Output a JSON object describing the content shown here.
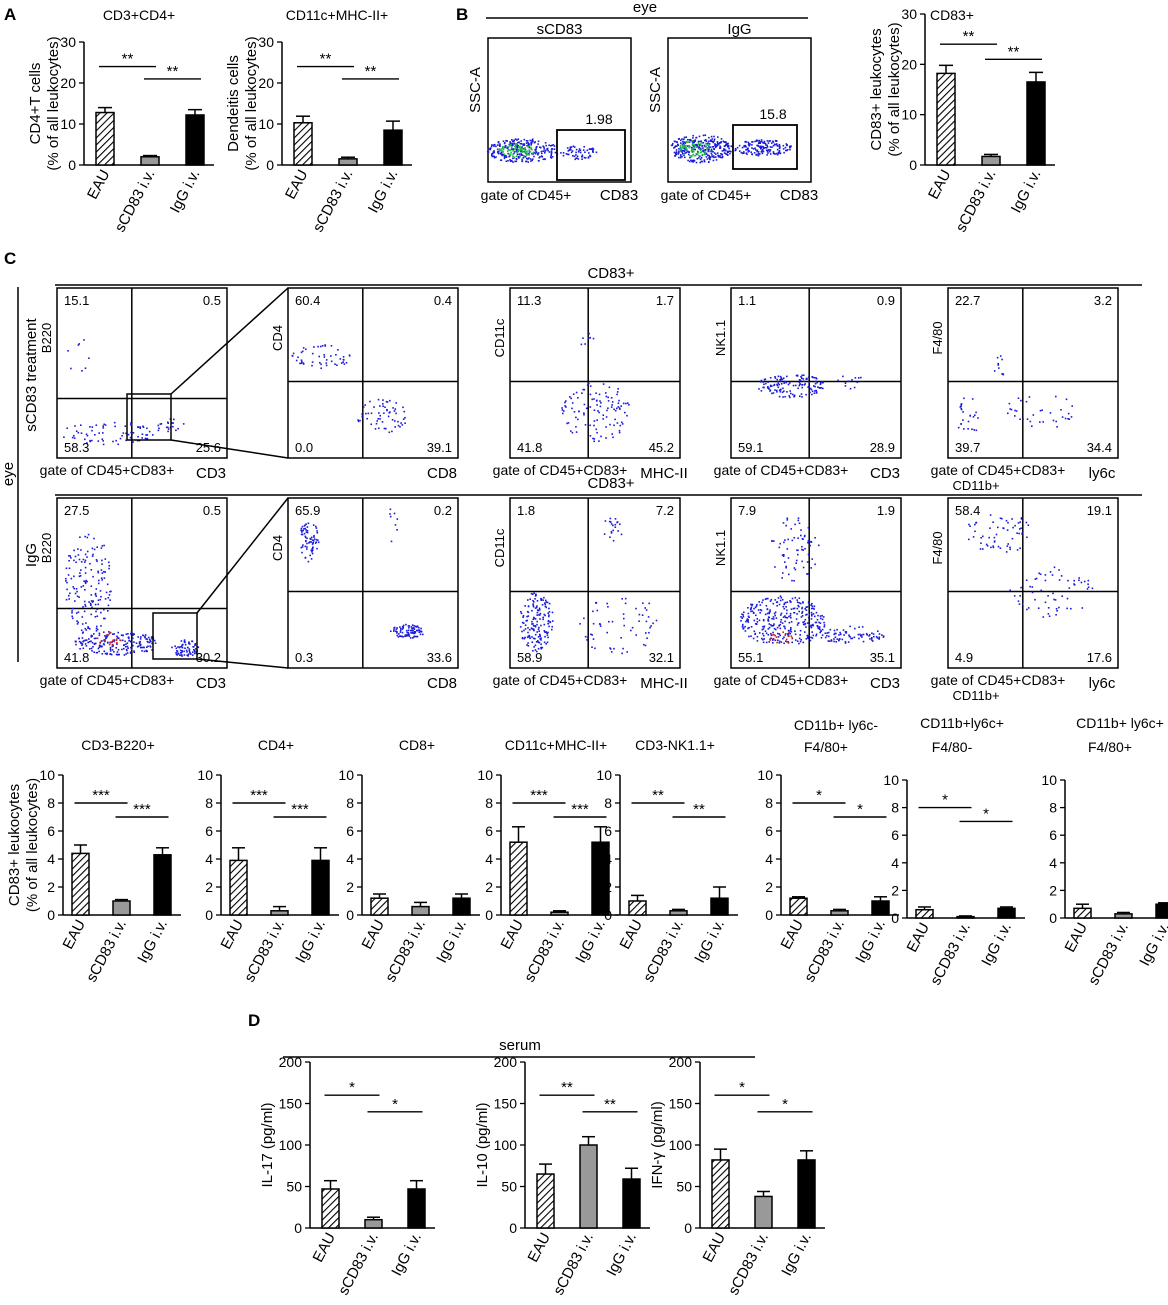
{
  "panel_letters": [
    "A",
    "B",
    "C",
    "D"
  ],
  "tissue_label": "eye",
  "serum_label": "serum",
  "cd83_header": "CD83+",
  "sample_labels": {
    "scd83": "sCD83",
    "igg": "IgG"
  },
  "sidebar_labels": {
    "scd83_treatment": "sCD83 treatment",
    "igg": "IgG",
    "eye": "eye"
  },
  "group_labels": [
    "EAU",
    "sCD83 i.v.",
    "IgG i.v."
  ],
  "colors": {
    "hatch": "#000000",
    "scd83_bar": "#999999",
    "igg_bar": "#000000",
    "dot_blue": "#1a1adb",
    "dot_green": "#22bb44",
    "dot_red": "#cc2222"
  },
  "flow_b": [
    {
      "title": "sCD83",
      "ylabel": "SSC-A",
      "gate_label": "gate of CD45+",
      "xlabel": "CD83",
      "gate_value": "1.98"
    },
    {
      "title": "IgG",
      "ylabel": "SSC-A",
      "gate_label": "gate of CD45+",
      "xlabel": "CD83",
      "gate_value": "15.8"
    }
  ],
  "quad_rows": [
    [
      {
        "x": "CD3",
        "y": "B220",
        "gate": "gate of CD45+CD83+",
        "q": [
          "15.1",
          "0.5",
          "58.3",
          "25.6"
        ]
      },
      {
        "x": "CD8",
        "y": "CD4",
        "gate": "",
        "q": [
          "60.4",
          "0.4",
          "0.0",
          "39.1"
        ]
      },
      {
        "x": "MHC-II",
        "y": "CD11c",
        "gate": "gate of CD45+CD83+",
        "q": [
          "11.3",
          "1.7",
          "41.8",
          "45.2"
        ]
      },
      {
        "x": "CD3",
        "y": "NK1.1",
        "gate": "gate of CD45+CD83+",
        "q": [
          "1.1",
          "0.9",
          "59.1",
          "28.9"
        ]
      },
      {
        "x": "ly6c",
        "y": "F4/80",
        "gate": "gate of CD45+CD83+",
        "gate2": "CD11b+",
        "q": [
          "22.7",
          "3.2",
          "39.7",
          "34.4"
        ]
      }
    ],
    [
      {
        "x": "CD3",
        "y": "B220",
        "gate": "gate of CD45+CD83+",
        "q": [
          "27.5",
          "0.5",
          "41.8",
          "30.2"
        ]
      },
      {
        "x": "CD8",
        "y": "CD4",
        "gate": "",
        "q": [
          "65.9",
          "0.2",
          "0.3",
          "33.6"
        ]
      },
      {
        "x": "MHC-II",
        "y": "CD11c",
        "gate": "gate of CD45+CD83+",
        "q": [
          "1.8",
          "7.2",
          "58.9",
          "32.1"
        ]
      },
      {
        "x": "CD3",
        "y": "NK1.1",
        "gate": "gate of CD45+CD83+",
        "q": [
          "7.9",
          "1.9",
          "55.1",
          "35.1"
        ]
      },
      {
        "x": "ly6c",
        "y": "F4/80",
        "gate": "gate of CD45+CD83+",
        "gate2": "CD11b+",
        "q": [
          "58.4",
          "19.1",
          "4.9",
          "17.6"
        ]
      }
    ]
  ],
  "chart_data": [
    {
      "type": "bar",
      "panel": "A",
      "title": "CD3+CD4+",
      "ylabel": "CD4+T cells",
      "ylabel2": "(% of all leukocytes)",
      "categories": [
        "EAU",
        "sCD83 i.v.",
        "IgG i.v."
      ],
      "values": [
        12.8,
        2.0,
        12.2
      ],
      "errors": [
        1.2,
        0.3,
        1.3
      ],
      "ylim": [
        0,
        30
      ],
      "yticks": [
        "0",
        "10",
        "20",
        "30"
      ],
      "sig": [
        "**",
        "**"
      ]
    },
    {
      "type": "bar",
      "panel": "A",
      "title": "CD11c+MHC-II+",
      "ylabel": "Dendeitis cells",
      "ylabel2": "(% of all leukocytes)",
      "categories": [
        "EAU",
        "sCD83 i.v.",
        "IgG i.v."
      ],
      "values": [
        10.3,
        1.5,
        8.5
      ],
      "errors": [
        1.6,
        0.4,
        2.2
      ],
      "ylim": [
        0,
        30
      ],
      "yticks": [
        "0",
        "10",
        "20",
        "30"
      ],
      "sig": [
        "**",
        "**"
      ]
    },
    {
      "type": "bar",
      "panel": "B",
      "title": "CD83+",
      "ylabel": "CD83+ leukocytes",
      "ylabel2": "(% of all leukocytes)",
      "categories": [
        "EAU",
        "sCD83 i.v.",
        "IgG i.v."
      ],
      "values": [
        18.2,
        1.7,
        16.5
      ],
      "errors": [
        1.6,
        0.4,
        1.9
      ],
      "ylim": [
        0,
        30
      ],
      "yticks": [
        "0",
        "10",
        "20",
        "30"
      ],
      "sig": [
        "**",
        "**"
      ]
    },
    {
      "type": "bar",
      "panel": "C",
      "title": "CD3-B220+",
      "ylabel": "CD83+ leukocytes",
      "ylabel2": "(% of all leukocytes)",
      "categories": [
        "EAU",
        "sCD83 i.v.",
        "IgG i.v."
      ],
      "values": [
        4.4,
        1.0,
        4.3
      ],
      "errors": [
        0.6,
        0.1,
        0.5
      ],
      "ylim": [
        0,
        10
      ],
      "yticks": [
        "0",
        "2",
        "4",
        "6",
        "8",
        "10"
      ],
      "sig": [
        "***",
        "***"
      ]
    },
    {
      "type": "bar",
      "panel": "C",
      "title": "CD4+",
      "categories": [
        "EAU",
        "sCD83 i.v.",
        "IgG i.v."
      ],
      "values": [
        3.9,
        0.3,
        3.9
      ],
      "errors": [
        0.9,
        0.3,
        0.9
      ],
      "ylim": [
        0,
        10
      ],
      "yticks": [
        "0",
        "2",
        "4",
        "6",
        "8",
        "10"
      ],
      "sig": [
        "***",
        "***"
      ]
    },
    {
      "type": "bar",
      "panel": "C",
      "title": "CD8+",
      "categories": [
        "EAU",
        "sCD83 i.v.",
        "IgG i.v."
      ],
      "values": [
        1.2,
        0.6,
        1.2
      ],
      "errors": [
        0.3,
        0.3,
        0.3
      ],
      "ylim": [
        0,
        10
      ],
      "yticks": [
        "0",
        "2",
        "4",
        "6",
        "8",
        "10"
      ],
      "sig": []
    },
    {
      "type": "bar",
      "panel": "C",
      "title": "CD11c+MHC-II+",
      "categories": [
        "EAU",
        "sCD83 i.v.",
        "IgG i.v."
      ],
      "values": [
        5.2,
        0.2,
        5.2
      ],
      "errors": [
        1.1,
        0.1,
        1.1
      ],
      "ylim": [
        0,
        10
      ],
      "yticks": [
        "0",
        "2",
        "4",
        "6",
        "8",
        "10"
      ],
      "sig": [
        "***",
        "***"
      ]
    },
    {
      "type": "bar",
      "panel": "C",
      "title": "CD3-NK1.1+",
      "categories": [
        "EAU",
        "sCD83 i.v.",
        "IgG i.v."
      ],
      "values": [
        1.0,
        0.3,
        1.2
      ],
      "errors": [
        0.4,
        0.1,
        0.8
      ],
      "ylim": [
        0,
        10
      ],
      "yticks": [
        "0",
        "2",
        "4",
        "6",
        "8",
        "10"
      ],
      "sig": [
        "**",
        "**"
      ]
    },
    {
      "type": "bar",
      "panel": "C",
      "title": "CD11b+ ly6c-",
      "title2": "F4/80+",
      "categories": [
        "EAU",
        "sCD83 i.v.",
        "IgG i.v."
      ],
      "values": [
        1.2,
        0.3,
        1.0
      ],
      "errors": [
        0.1,
        0.1,
        0.3
      ],
      "ylim": [
        0,
        10
      ],
      "yticks": [
        "0",
        "2",
        "4",
        "6",
        "8",
        "10"
      ],
      "sig": [
        "*",
        "*"
      ]
    },
    {
      "type": "bar",
      "panel": "C",
      "title": "CD11b+ly6c+",
      "title2": "F4/80-",
      "categories": [
        "EAU",
        "sCD83 i.v.",
        "IgG i.v."
      ],
      "values": [
        0.6,
        0.1,
        0.7
      ],
      "errors": [
        0.2,
        0.05,
        0.1
      ],
      "ylim": [
        0,
        10
      ],
      "yticks": [
        "0",
        "2",
        "4",
        "6",
        "8",
        "10"
      ],
      "sig": [
        "*",
        "*"
      ]
    },
    {
      "type": "bar",
      "panel": "C",
      "title": "CD11b+ ly6c+",
      "title2": "F4/80+",
      "categories": [
        "EAU",
        "sCD83 i.v.",
        "IgG i.v."
      ],
      "values": [
        0.7,
        0.3,
        1.0
      ],
      "errors": [
        0.3,
        0.1,
        0.1
      ],
      "ylim": [
        0,
        10
      ],
      "yticks": [
        "0",
        "2",
        "4",
        "6",
        "8",
        "10"
      ],
      "sig": []
    },
    {
      "type": "bar",
      "panel": "D",
      "ylabel": "IL-17 (pg/ml)",
      "categories": [
        "EAU",
        "sCD83 i.v.",
        "IgG i.v."
      ],
      "values": [
        47,
        10,
        47
      ],
      "errors": [
        10,
        3,
        10
      ],
      "ylim": [
        0,
        200
      ],
      "yticks": [
        "0",
        "50",
        "100",
        "150",
        "200"
      ],
      "sig": [
        "*",
        "*"
      ]
    },
    {
      "type": "bar",
      "panel": "D",
      "ylabel": "IL-10 (pg/ml)",
      "categories": [
        "EAU",
        "sCD83 i.v.",
        "IgG i.v."
      ],
      "values": [
        65,
        100,
        59
      ],
      "errors": [
        12,
        10,
        13
      ],
      "ylim": [
        0,
        200
      ],
      "yticks": [
        "0",
        "50",
        "100",
        "150",
        "200"
      ],
      "sig": [
        "**",
        "**"
      ]
    },
    {
      "type": "bar",
      "panel": "D",
      "ylabel": "IFN-γ (pg/ml)",
      "categories": [
        "EAU",
        "sCD83 i.v.",
        "IgG i.v."
      ],
      "values": [
        82,
        38,
        82
      ],
      "errors": [
        13,
        6,
        11
      ],
      "ylim": [
        0,
        200
      ],
      "yticks": [
        "0",
        "50",
        "100",
        "150",
        "200"
      ],
      "sig": [
        "*",
        "*"
      ]
    }
  ]
}
